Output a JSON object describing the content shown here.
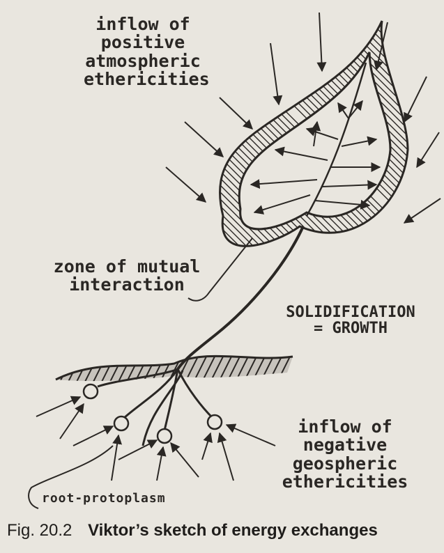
{
  "labels": {
    "positive_inflow": [
      "inflow of",
      "positive",
      "atmospheric",
      "ethericities"
    ],
    "zone": [
      "zone of mutual",
      "interaction"
    ],
    "solidification": [
      "SOLIDIFICATION",
      "= GROWTH"
    ],
    "negative_inflow": [
      "inflow of",
      "negative",
      "geospheric",
      "ethericities"
    ],
    "root": "root-protoplasm"
  },
  "caption": {
    "figure_number": "Fig. 20.2",
    "title": "Viktor’s sketch of energy exchanges"
  },
  "colors": {
    "background": "#e9e6df",
    "ink": "#2a2724"
  },
  "icons": {
    "leaf": "heart-shaped-leaf-icon",
    "soil": "hatched-soil-icon",
    "root_node": "root-node-circle-icon",
    "arrow": "arrow-icon"
  }
}
